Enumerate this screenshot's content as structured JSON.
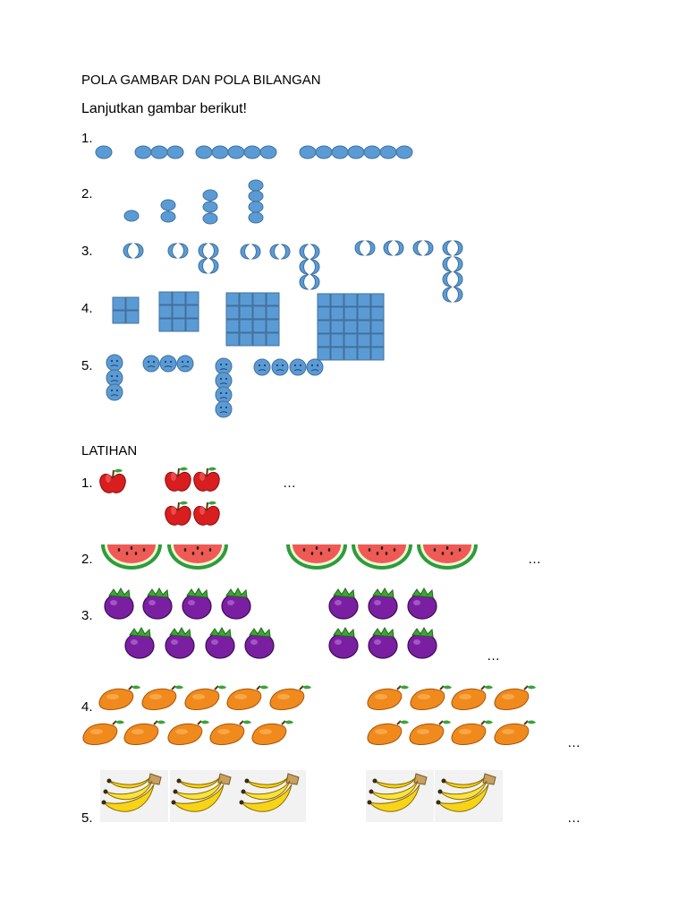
{
  "title": "POLA GAMBAR DAN POLA BILANGAN",
  "instruction": "Lanjutkan gambar berikut!",
  "patterns": {
    "items": [
      {
        "number": "1.",
        "shape": "oval",
        "groups": [
          1,
          3,
          5,
          7
        ],
        "arrangement": "horizontal"
      },
      {
        "number": "2.",
        "shape": "oval",
        "groups": [
          1,
          2,
          3,
          4
        ],
        "arrangement": "vertical"
      },
      {
        "number": "3.",
        "shape": "crescent-pair",
        "groups": [
          1,
          3,
          5,
          7
        ],
        "arrangement": "L-shape"
      },
      {
        "number": "4.",
        "shape": "square-tile",
        "groups": [
          4,
          9,
          16,
          25
        ],
        "arrangement": "square grid"
      },
      {
        "number": "5.",
        "shape": "face",
        "groups": [
          3,
          3,
          4,
          4
        ],
        "arrangement": "alternating vertical/horizontal"
      }
    ],
    "shape_color": "#5b9bd5",
    "outline_color": "#41719c"
  },
  "exercise": {
    "heading": "LATIHAN",
    "items": [
      {
        "number": "1.",
        "fruit": "apple",
        "groups": [
          1,
          4
        ],
        "blank": "…"
      },
      {
        "number": "2.",
        "fruit": "watermelon",
        "groups": [
          2,
          3
        ],
        "blank": "…"
      },
      {
        "number": "3.",
        "fruit": "mangosteen",
        "groups": [
          8,
          6
        ],
        "blank": "…"
      },
      {
        "number": "4.",
        "fruit": "mango",
        "groups": [
          10,
          8
        ],
        "blank": "…"
      },
      {
        "number": "5.",
        "fruit": "banana-bunch",
        "groups": [
          3,
          2
        ],
        "blank": "…"
      }
    ]
  }
}
